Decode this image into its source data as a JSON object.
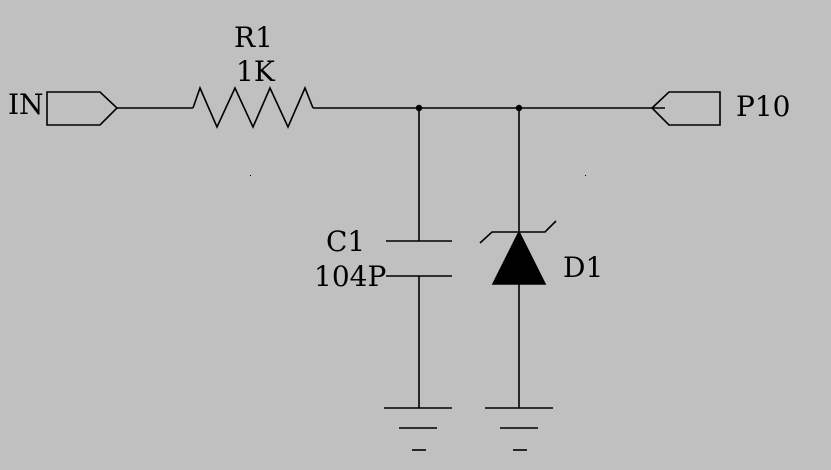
{
  "colors": {
    "background": "#C0C0C0",
    "wire": "#000000",
    "fill": "#000000"
  },
  "ports": {
    "input": {
      "label": "IN"
    },
    "output": {
      "label": "P10"
    }
  },
  "components": {
    "resistor": {
      "ref": "R1",
      "value": "1K"
    },
    "capacitor": {
      "ref": "C1",
      "value": "104P"
    },
    "diode": {
      "ref": "D1"
    }
  },
  "icons": {
    "ground": "ground-icon",
    "junction": "junction-dot"
  }
}
